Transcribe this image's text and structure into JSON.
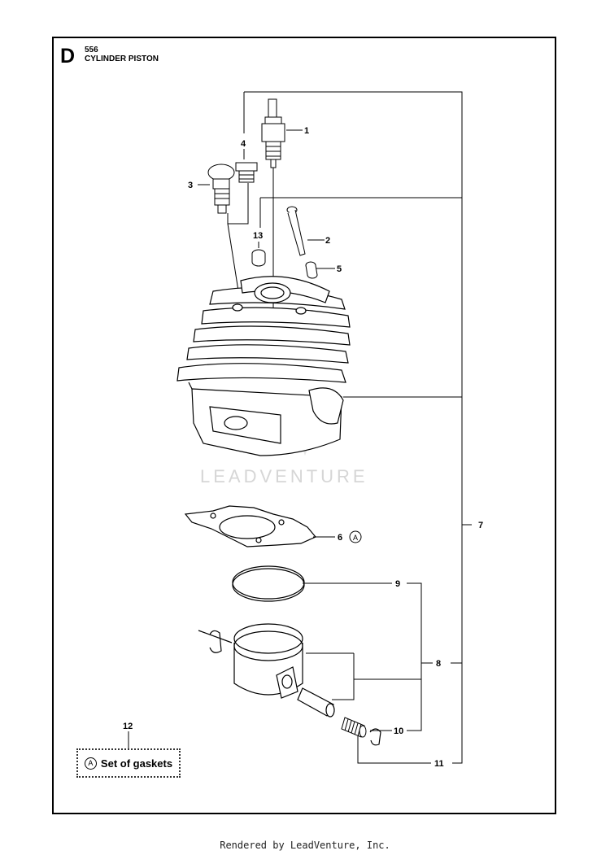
{
  "header": {
    "section_letter": "D",
    "model_number": "556",
    "title": "CYLINDER PISTON"
  },
  "callouts": {
    "c1": "1",
    "c2": "2",
    "c3": "3",
    "c4": "4",
    "c5": "5",
    "c6": "6",
    "c7": "7",
    "c8": "8",
    "c9": "9",
    "c10": "10",
    "c11": "11",
    "c12": "12",
    "c13": "13"
  },
  "gasket_marker": "A",
  "legend": {
    "callout": "12",
    "marker": "A",
    "label": "Set of gaskets"
  },
  "watermark": "LEADVENTURE",
  "footer": "Rendered by LeadVenture, Inc."
}
